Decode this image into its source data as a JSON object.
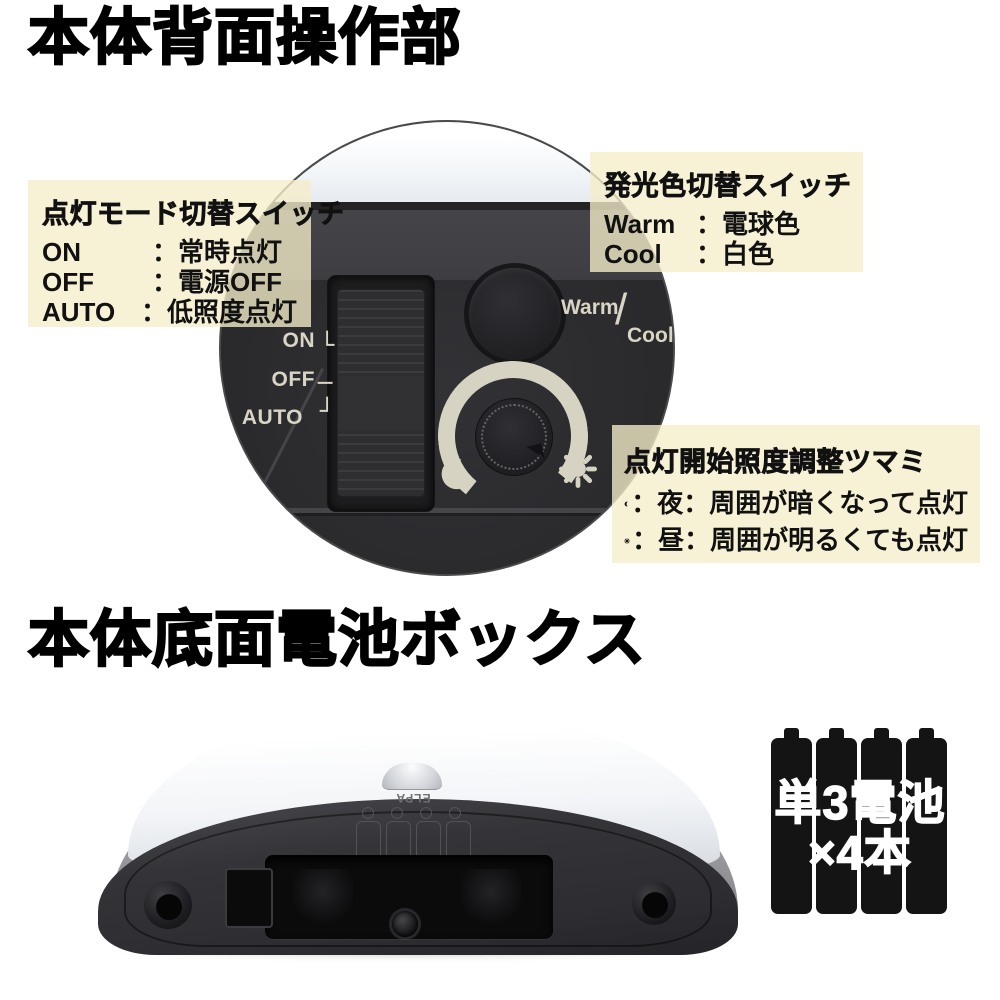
{
  "back": {
    "title": "本体背面操作部",
    "panel": {
      "on": "ON",
      "on_mark": "└",
      "off": "OFF",
      "off_mark": "─",
      "auto": "AUTO",
      "auto_mark": "┘",
      "warm": "Warm",
      "slash": "/",
      "cool": "Cool"
    },
    "mode_box": {
      "title": "点灯モード切替スイッチ",
      "rows": [
        {
          "key": "ON",
          "sep": "：",
          "value": "常時点灯"
        },
        {
          "key": "OFF",
          "sep": "：",
          "value": "電源OFF"
        },
        {
          "key": "AUTO",
          "sep": "：",
          "value": "低照度点灯"
        }
      ]
    },
    "color_box": {
      "title": "発光色切替スイッチ",
      "rows": [
        {
          "key": "Warm",
          "sep": "：",
          "value": "電球色"
        },
        {
          "key": "Cool",
          "sep": "：",
          "value": "白色"
        }
      ]
    },
    "knob_box": {
      "title": "点灯開始照度調整ツマミ",
      "rows": [
        {
          "icon": "moon-icon",
          "text": "：夜：周囲が暗くなって点灯"
        },
        {
          "icon": "sun-icon",
          "text": "：昼：周囲が明るくても点灯"
        }
      ]
    }
  },
  "bottom": {
    "title": "本体底面電池ボックス",
    "brand": "ELPA",
    "battery": {
      "line1": "単3電池",
      "line2": "×4本",
      "count": 4
    }
  },
  "colors": {
    "label_box_bg": "#f5edc9",
    "heading_text": "#000000",
    "panel_body": "#2c2c2f",
    "panel_markings": "#d9d4c4",
    "battery_icon": "#141414",
    "battery_text": "#ffffff"
  }
}
